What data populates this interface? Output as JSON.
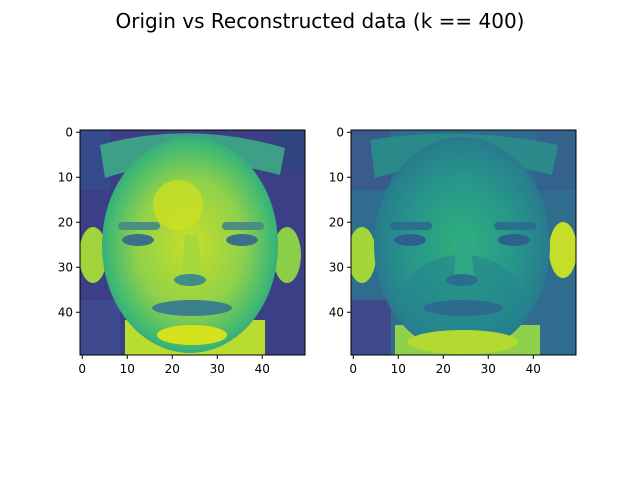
{
  "figure": {
    "title": "Origin vs Reconstructed data (k == 400)",
    "background": "#ffffff",
    "colormap": "viridis"
  },
  "panels": [
    {
      "id": "original",
      "xticks": [
        "0",
        "10",
        "20",
        "30",
        "40"
      ],
      "yticks": [
        "0",
        "10",
        "20",
        "30",
        "40"
      ],
      "palette": [
        "#3b2f7a",
        "#2d6f8e",
        "#5bc562",
        "#c6de28"
      ]
    },
    {
      "id": "reconstructed",
      "xticks": [
        "0",
        "10",
        "20",
        "30",
        "40"
      ],
      "yticks": [
        "0",
        "10",
        "20",
        "30",
        "40"
      ],
      "palette": [
        "#3a4d8a",
        "#26828e",
        "#35b779",
        "#a8db34"
      ]
    }
  ]
}
